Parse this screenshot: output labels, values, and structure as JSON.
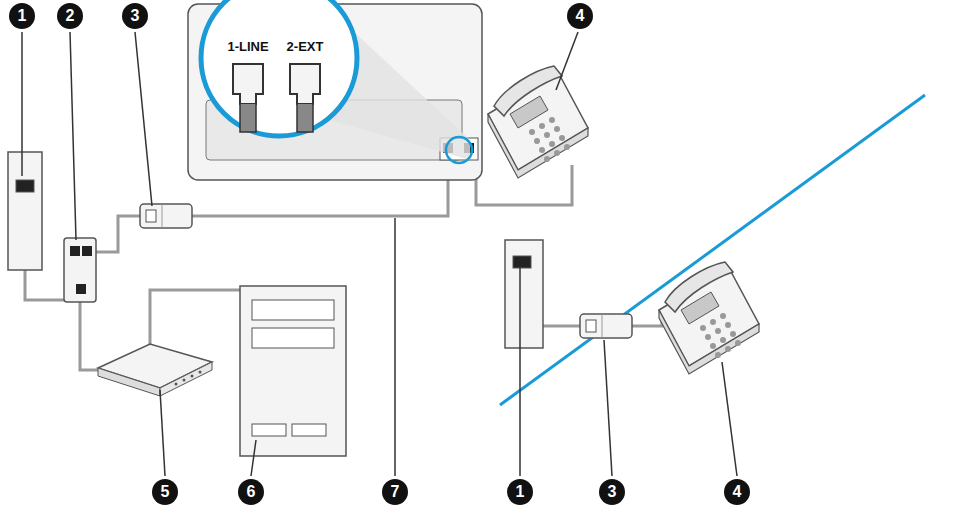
{
  "diagram": {
    "labels": [
      "1",
      "2",
      "3",
      "4",
      "5",
      "6",
      "7",
      "1-LINE",
      "2-EXT",
      "1",
      "3",
      "4"
    ]
  }
}
